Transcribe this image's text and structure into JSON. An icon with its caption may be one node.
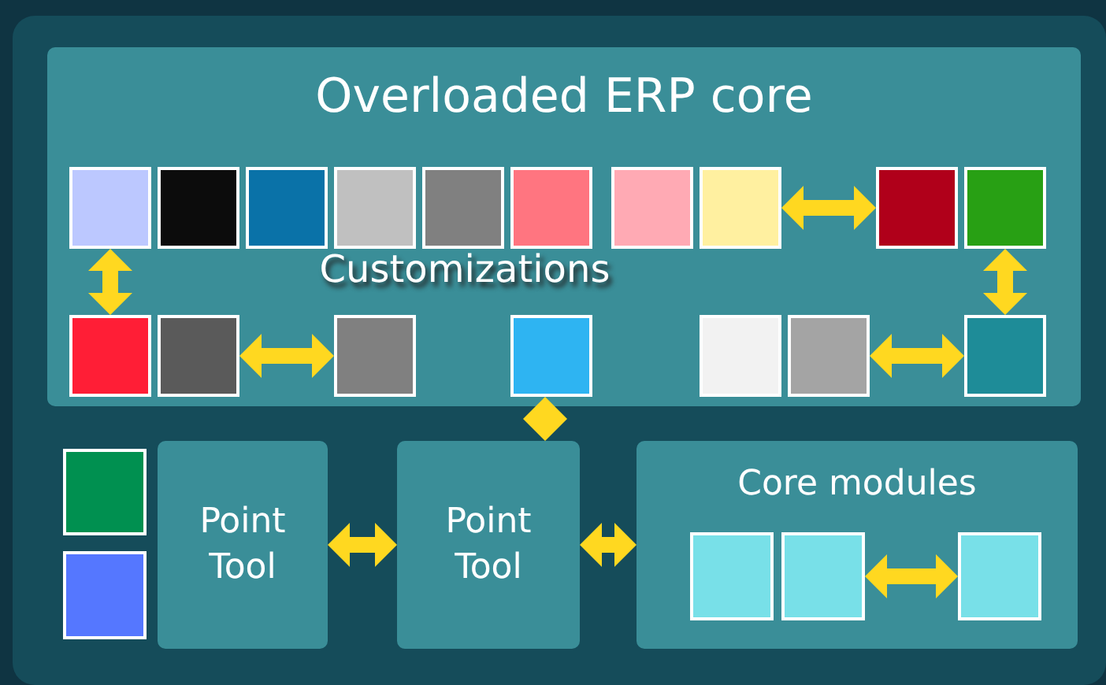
{
  "diagram": {
    "nodes": [
      {
        "text": [
          "Overloaded ERP core",
          "Customizations"
        ]
      },
      {
        "text": [],
        "shape": "box",
        "in": 0
      },
      {
        "text": [],
        "shape": "box",
        "in": 0
      },
      {
        "text": [],
        "shape": "box",
        "in": 0
      },
      {
        "text": [],
        "shape": "box",
        "in": 0
      },
      {
        "text": [],
        "shape": "box",
        "in": 0
      },
      {
        "text": [],
        "shape": "box",
        "in": 0
      },
      {
        "text": [],
        "shape": "box",
        "in": 0
      },
      {
        "text": [],
        "shape": "box",
        "in": 0
      },
      {
        "text": [],
        "shape": "box",
        "in": 0
      },
      {
        "text": [],
        "shape": "box",
        "in": 0
      },
      {
        "text": [],
        "shape": "box",
        "in": 0
      },
      {
        "text": [],
        "shape": "box",
        "in": 0
      },
      {
        "text": [],
        "shape": "box",
        "in": 0
      },
      {
        "text": [],
        "shape": "box",
        "in": 0
      },
      {
        "text": [],
        "shape": "box",
        "in": 0
      },
      {
        "text": [],
        "shape": "box",
        "in": 0
      },
      {
        "text": [],
        "shape": "box",
        "in": 0
      },
      {
        "text": [],
        "shape": "box"
      },
      {
        "text": [],
        "shape": "box"
      },
      {
        "text": [
          "Point Tool"
        ]
      },
      {
        "text": [
          "Point Tool"
        ]
      },
      {
        "text": [
          "Core modules"
        ]
      },
      {
        "text": [],
        "shape": "box",
        "in": 22
      },
      {
        "text": [],
        "shape": "box",
        "in": 22
      },
      {
        "text": [],
        "shape": "box",
        "in": 22
      }
    ],
    "edges": [
      {
        "from": 1,
        "to": 11,
        "arrow": "both"
      },
      {
        "from": 8,
        "to": 9,
        "arrow": "both"
      },
      {
        "from": 12,
        "to": 13,
        "arrow": "both"
      },
      {
        "from": 10,
        "to": 17,
        "arrow": "both"
      },
      {
        "from": 16,
        "to": 17,
        "arrow": "both"
      },
      {
        "from": 14,
        "to": 21,
        "arrow": "both"
      },
      {
        "from": 20,
        "to": 21,
        "arrow": "both"
      },
      {
        "from": 21,
        "to": 22,
        "arrow": "both"
      },
      {
        "from": 24,
        "to": 25,
        "arrow": "both"
      }
    ]
  }
}
